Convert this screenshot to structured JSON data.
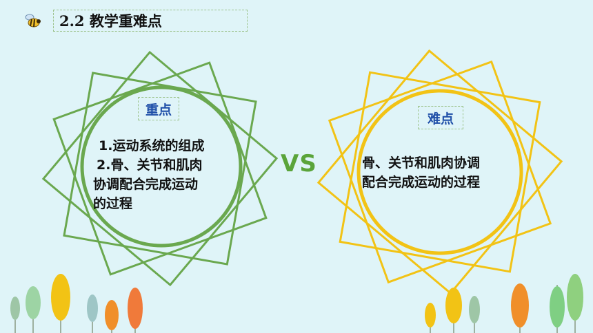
{
  "header": {
    "title": "2.2 教学重难点"
  },
  "left": {
    "label": "重点",
    "lines": [
      "1.运动系统的组成",
      "2.骨、关节和肌肉",
      "协调配合完成运动",
      "的过程"
    ]
  },
  "center": {
    "vs": "VS"
  },
  "right": {
    "label": "难点",
    "lines": [
      "骨、关节和肌肉协调",
      "配合完成运动的过程"
    ]
  },
  "colors": {
    "background": "#dff4f8",
    "left_accent": "#6aa84f",
    "right_accent": "#f2c315",
    "label_text": "#1f4fa8"
  }
}
